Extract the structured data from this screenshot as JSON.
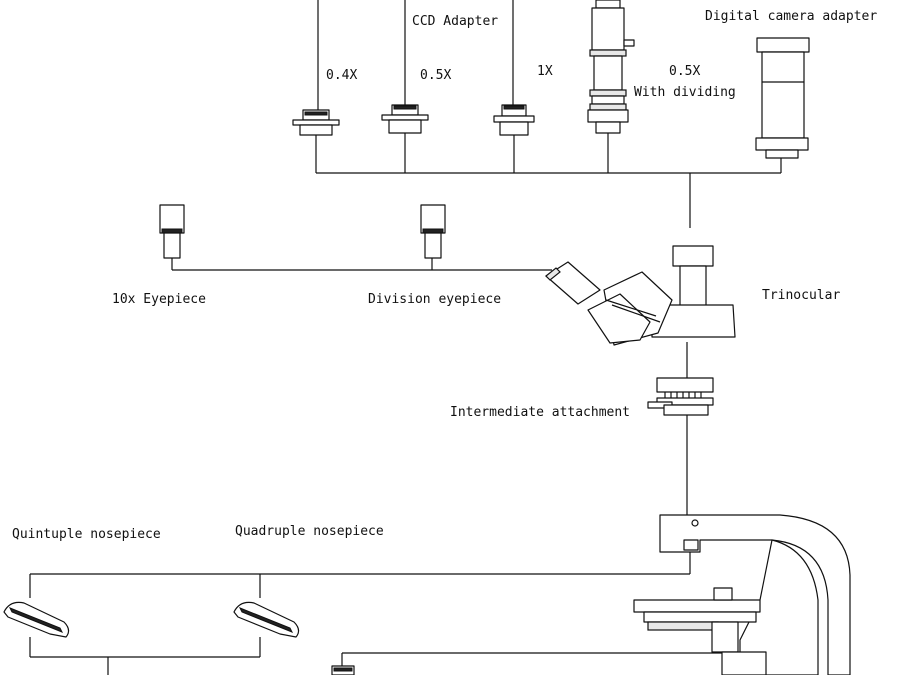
{
  "labels": {
    "ccd_adapter": "CCD Adapter",
    "digital_camera_adapter": "Digital camera adapter",
    "mag_04x": "0.4X",
    "mag_05x": "0.5X",
    "mag_1x": "1X",
    "mag_05x_dividing": "0.5X",
    "with_dividing": "With dividing",
    "eyepiece_10x": "10x Eyepiece",
    "division_eyepiece": "Division eyepiece",
    "trinocular": "Trinocular",
    "intermediate_attachment": "Intermediate attachment",
    "quintuple_nosepiece": "Quintuple nosepiece",
    "quadruple_nosepiece": "Quadruple nosepiece"
  }
}
